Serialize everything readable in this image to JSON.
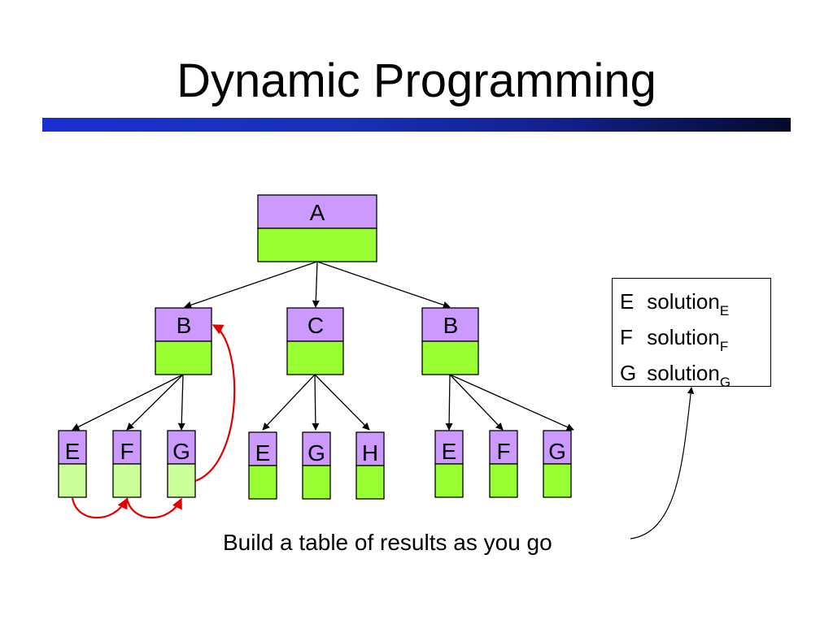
{
  "slide": {
    "title": "Dynamic Programming"
  },
  "tree": {
    "root": {
      "label": "A"
    },
    "level1": [
      {
        "label": "B"
      },
      {
        "label": "C"
      },
      {
        "label": "B"
      }
    ],
    "level2": [
      {
        "label": "E"
      },
      {
        "label": "F"
      },
      {
        "label": "G"
      },
      {
        "label": "E"
      },
      {
        "label": "G"
      },
      {
        "label": "H"
      },
      {
        "label": "E"
      },
      {
        "label": "F"
      },
      {
        "label": "G"
      }
    ]
  },
  "results_table": {
    "rows": [
      {
        "key": "E",
        "value": "solution",
        "sub": "E"
      },
      {
        "key": "F",
        "value": "solution",
        "sub": "F"
      },
      {
        "key": "G",
        "value": "solution",
        "sub": "G"
      }
    ]
  },
  "caption": "Build a table of results as you go",
  "colors": {
    "node_top": "#cc99ff",
    "node_bottom": "#99ff33",
    "node_bottom_light": "#ccff99",
    "memo_arrow": "#e00000",
    "title_bar": "#1a2fd0"
  }
}
